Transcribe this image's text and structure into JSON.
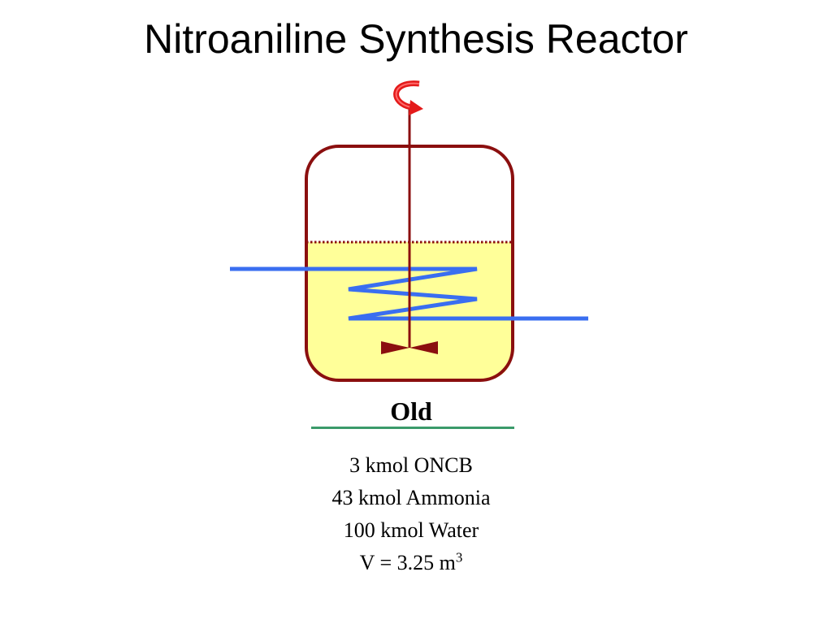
{
  "slide": {
    "title": "Nitroaniline Synthesis Reactor"
  },
  "reactor": {
    "label": "Old",
    "details": {
      "line1": "3 kmol ONCB",
      "line2": "43 kmol Ammonia",
      "line3": "100 kmol Water",
      "volume_text": "V = 3.25 m",
      "volume_exponent": "3"
    }
  },
  "colors": {
    "vessel_outline": "#8b0f0f",
    "liquid_fill": "#ffff99",
    "coil": "#3a6ef0",
    "rotation_arrow": "#e41a1a",
    "underline": "#3a9a6a"
  },
  "icons": {
    "rotation": "rotation-arrow-icon",
    "impeller": "impeller-icon"
  }
}
